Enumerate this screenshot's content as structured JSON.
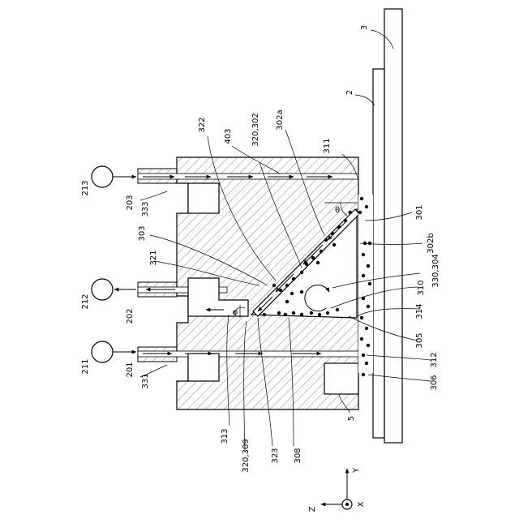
{
  "figure": {
    "reference_numerals": {
      "substrate_3": "3",
      "mask_2": "2",
      "inlet_pump_213": "213",
      "outlet_pump_212": "212",
      "inlet_pump_211": "211",
      "port_203": "203",
      "port_202": "202",
      "port_201": "201",
      "groove_333": "333",
      "groove_331": "331",
      "space_303": "303",
      "nozzle_322": "322",
      "channel_321": "321",
      "surface_320_302": "320,302",
      "wall_302a": "302a",
      "flow_403": "403",
      "channel_311": "311",
      "opening_301": "301",
      "wall_302b": "302b",
      "vortex_330_304": "330,304",
      "outlet_310": "310",
      "edge_314": "314",
      "particle_305": "305",
      "channel_312": "312",
      "particle_306": "306",
      "block_5": "5",
      "channel_313": "313",
      "surface_320_309": "320,309",
      "nozzle_323": "323",
      "particle_308": "308",
      "angle_theta": "θ",
      "angle_phi": "φ"
    },
    "axes": {
      "y_label": "Y",
      "x_label": "X",
      "z_label": "Z"
    }
  }
}
